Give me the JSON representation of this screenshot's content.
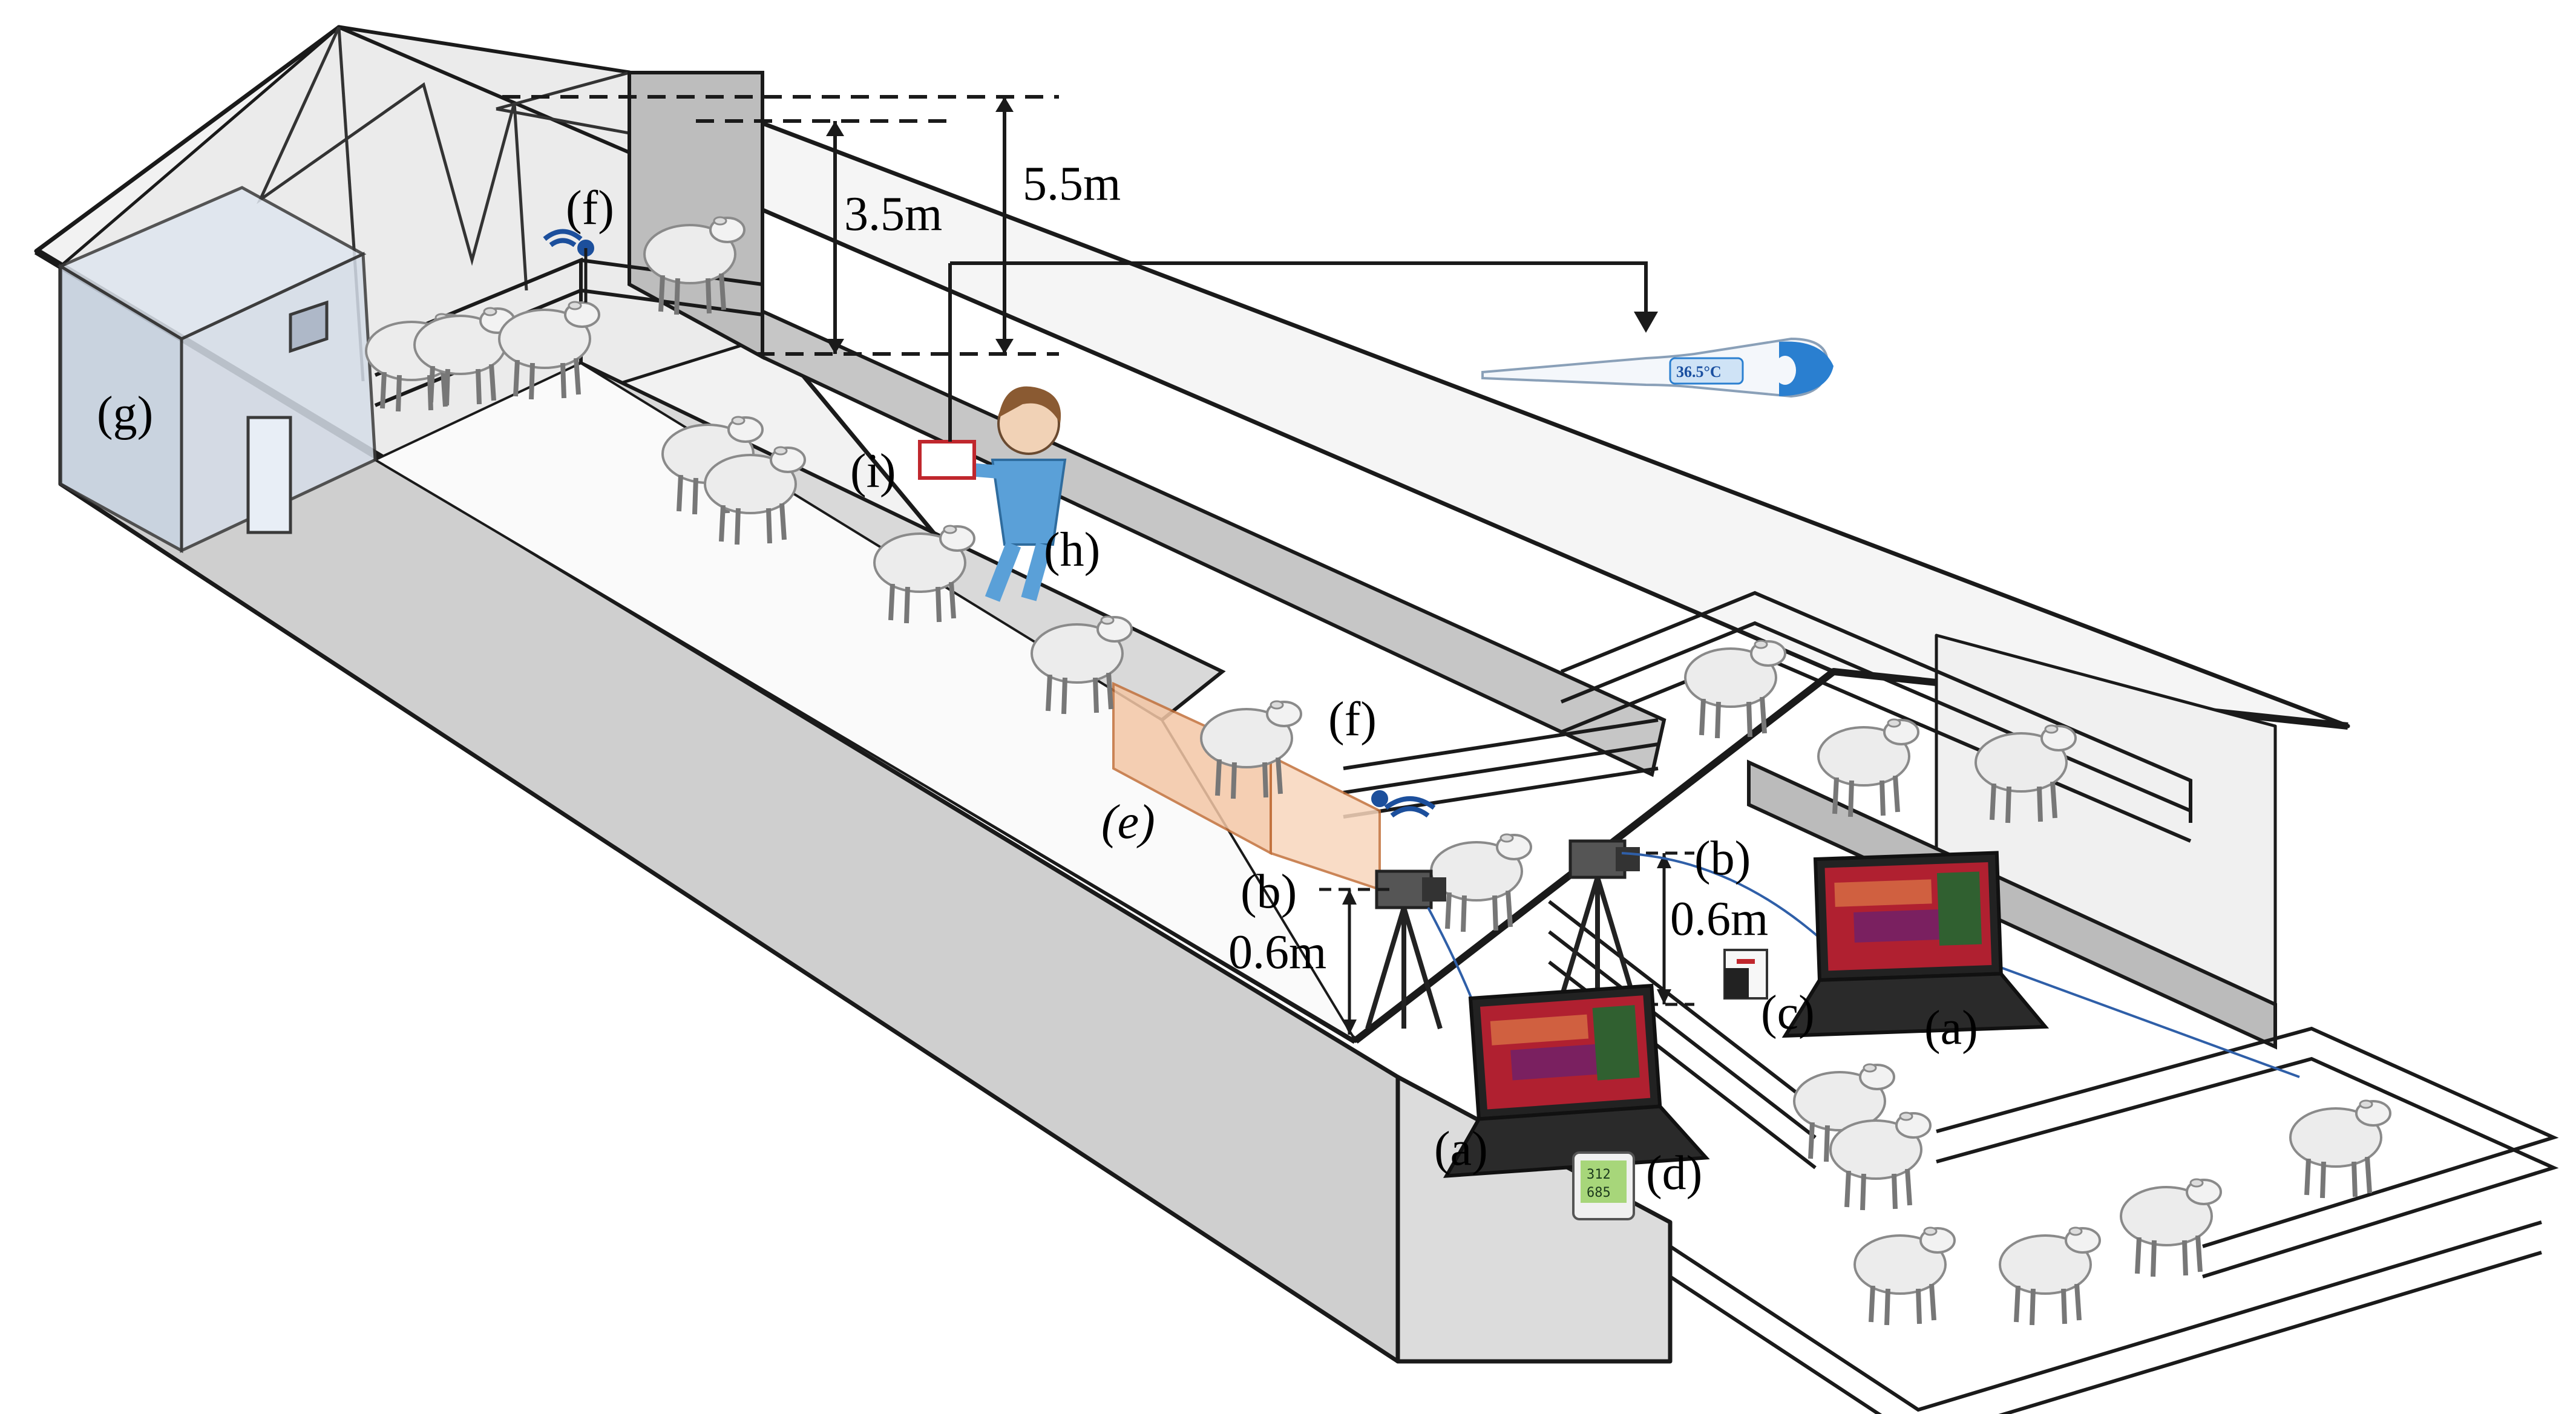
{
  "labels": {
    "g": "(g)",
    "f_left": "(f)",
    "f_right": "(f)",
    "i": "(i)",
    "h": "(h)",
    "e": "(e)",
    "b_left": "(b)",
    "b_right": "(b)",
    "a_left": "(a)",
    "a_right": "(a)",
    "c": "(c)",
    "d": "(d)"
  },
  "dimensions": {
    "ceiling_height": "3.5m",
    "roof_height": "5.5m",
    "camera_height_left": "0.6m",
    "camera_height_right": "0.6m"
  },
  "thermometer": {
    "reading": "36.5°C",
    "icon": "digital-thermometer-icon"
  },
  "humidity_meter": {
    "line1": "312",
    "line2": "685",
    "icon": "thermo-hygrometer-icon"
  },
  "colors": {
    "line": "#1a1a1a",
    "wall_shade": "#cfcfcf",
    "wall_dark": "#bdbdbd",
    "aisle_shade": "#d8d8d8",
    "room_glass": "#c9d4e2",
    "scanner_zone": "#f4c7a6",
    "worker_scrubs": "#5aa0d8",
    "thermometer_accent": "#2a7fd0",
    "cable": "#2f5fa8"
  }
}
